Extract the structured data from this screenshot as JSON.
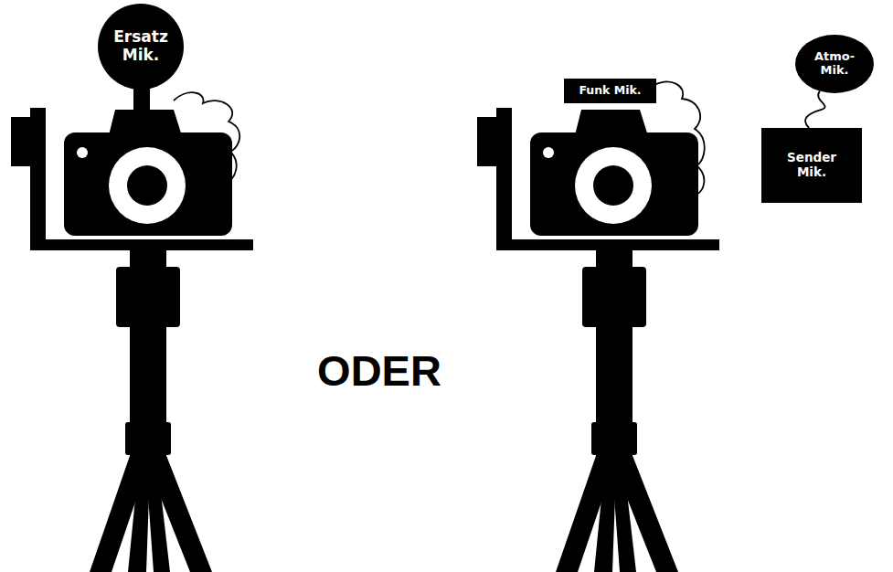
{
  "diagram": {
    "nodes": [
      {
        "text": [
          "Ersatz Mik."
        ]
      },
      {
        "text": [
          "Funk Mik."
        ]
      },
      {
        "text": [
          "Atmo-Mik."
        ]
      },
      {
        "text": [
          "Sender Mik."
        ]
      }
    ],
    "edges": [
      {
        "from": 2,
        "to": 3,
        "arrow": "none"
      }
    ],
    "labels": [
      "ODER"
    ]
  }
}
